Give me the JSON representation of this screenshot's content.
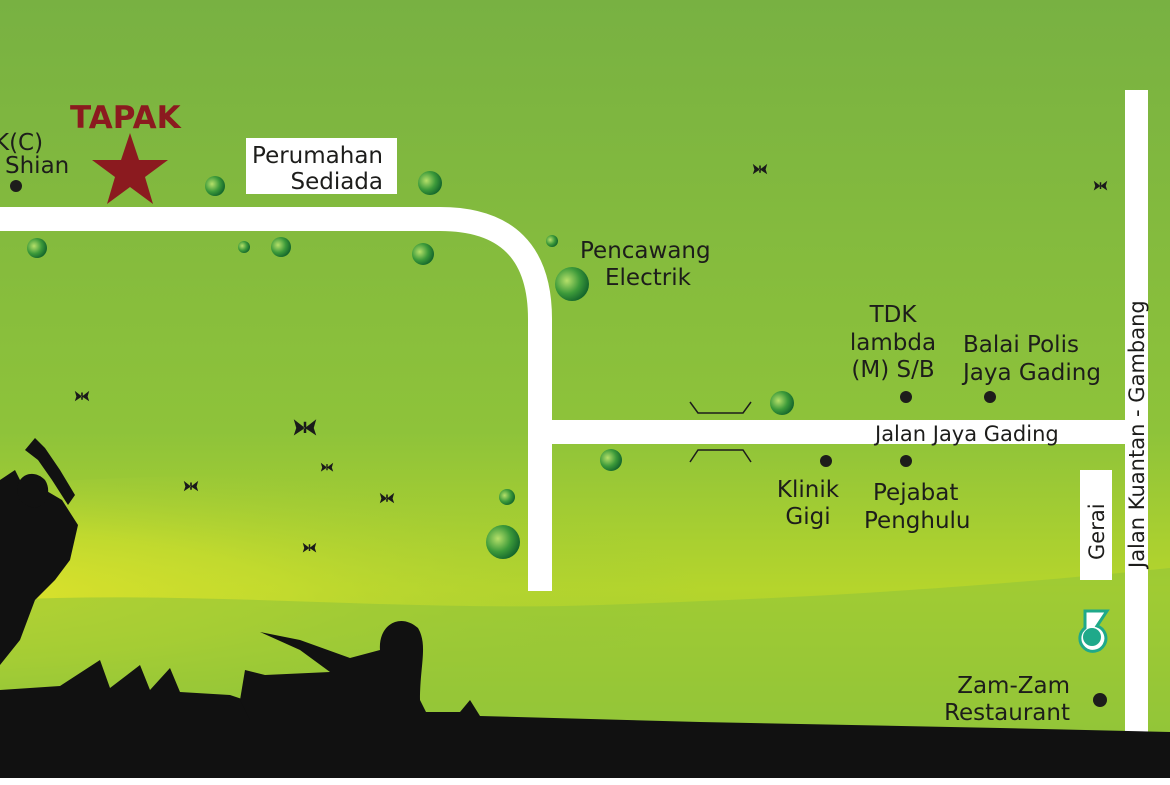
{
  "site": {
    "label": "TAPAK",
    "color": "#8b1a1f"
  },
  "places": {
    "shian": [
      "K(C)",
      "Shian"
    ],
    "perumahan": [
      "Perumahan",
      "Sediada"
    ],
    "pencawang": [
      "Pencawang",
      "Electrik"
    ],
    "tdk": [
      "TDK",
      "lambda",
      "(M) S/B"
    ],
    "balai": [
      "Balai Polis",
      "Jaya Gading"
    ],
    "klinik": [
      "Klinik",
      "Gigi"
    ],
    "pejabat": [
      "Pejabat",
      "Penghulu"
    ],
    "gerai": "Gerai",
    "zamzam": [
      "Zam-Zam",
      "Restaurant"
    ]
  },
  "roads": {
    "jaya_gading": "Jalan Jaya Gading",
    "kuantan_gambang": "Jalan Kuantan - Gambang"
  },
  "icons": {
    "petrol_station": "petronas-icon",
    "site_marker": "star-icon"
  },
  "colors": {
    "background": "#7cb342",
    "glow": "#e6e52a",
    "road": "#ffffff",
    "petrol": "#1fa98a"
  }
}
